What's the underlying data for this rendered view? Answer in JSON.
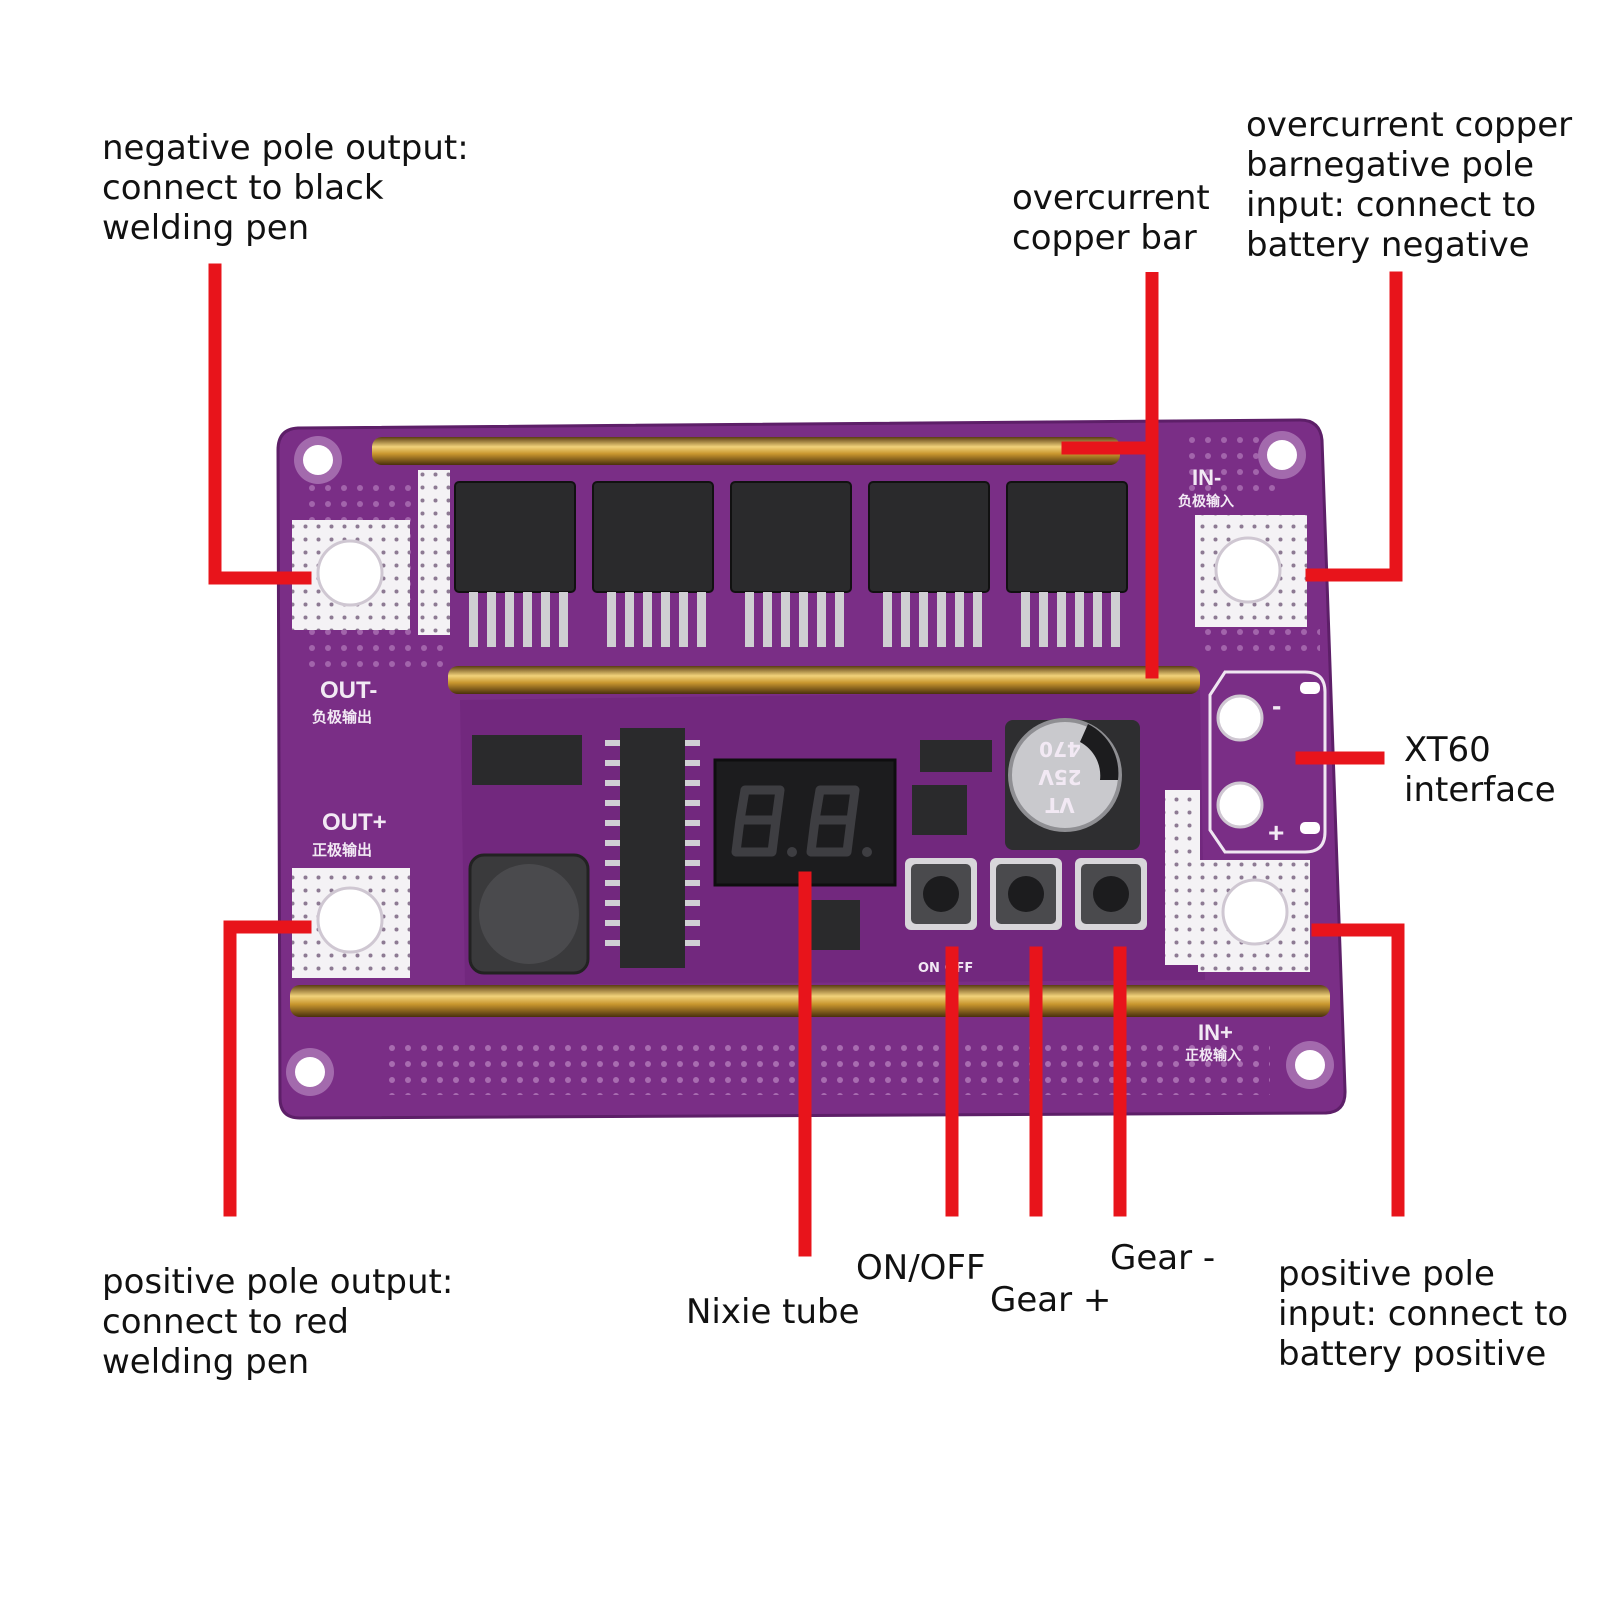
{
  "labels": {
    "negative_output": "negative pole output:\nconnect to black\nwelding pen",
    "overcurrent_bar": "overcurrent\ncopper bar",
    "overcurrent_negative_input": "overcurrent copper\nbarnegative pole\ninput: connect to\nbattery negative",
    "xt60": "XT60\ninterface",
    "positive_output": "positive pole output:\nconnect to red\nwelding pen",
    "nixie": "Nixie tube",
    "on_off": "ON/OFF",
    "gear_plus": "Gear +",
    "gear_minus": "Gear -",
    "positive_input": "positive pole\ninput: connect to\nbattery positive"
  },
  "board": {
    "out_minus": "OUT-",
    "out_minus_cn": "负极输出",
    "out_plus": "OUT+",
    "out_plus_cn": "正极输出",
    "in_minus": "IN-",
    "in_minus_cn": "负极输入",
    "in_plus": "IN+",
    "in_plus_cn": "正极输入",
    "on_off_silk": "ON OFF",
    "cap_line1": "VT",
    "cap_line2": "25V",
    "cap_line3": "470",
    "xt60_minus": "-",
    "xt60_plus": "+"
  },
  "colors": {
    "pcb": "#7a2e86",
    "leader": "#e8141b",
    "copper": "#c89a3c"
  }
}
